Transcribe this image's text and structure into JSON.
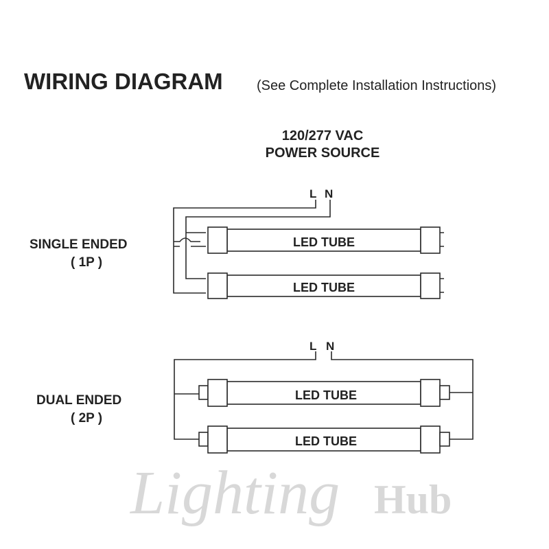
{
  "title": "WIRING DIAGRAM",
  "subtitle": "(See Complete Installation Instructions)",
  "power_source": {
    "line1": "120/277 VAC",
    "line2": "POWER SOURCE"
  },
  "single_ended": {
    "label": "SINGLE ENDED",
    "sublabel": "( 1P )",
    "live": "L",
    "neutral": "N",
    "tubes": [
      "LED TUBE",
      "LED TUBE"
    ]
  },
  "dual_ended": {
    "label": "DUAL ENDED",
    "sublabel": "( 2P )",
    "live": "L",
    "neutral": "N",
    "tubes": [
      "LED TUBE",
      "LED TUBE"
    ]
  },
  "watermark": {
    "line1": "Lighting",
    "line2": "Hub"
  },
  "colors": {
    "ink": "#222222",
    "watermark": "#d8d8d8"
  }
}
